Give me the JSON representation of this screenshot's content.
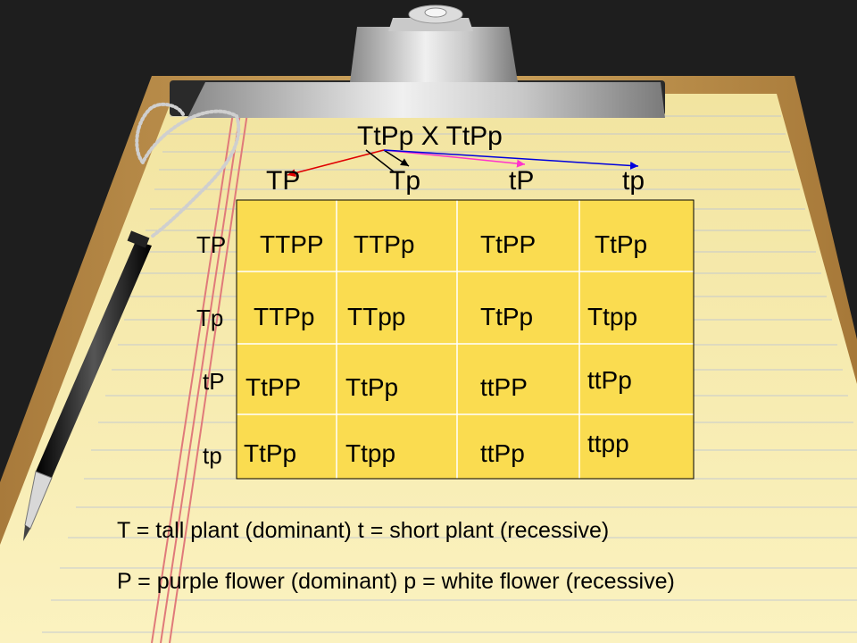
{
  "cross": {
    "title": "TtPp X TtPp"
  },
  "gametes": {
    "columns": [
      "TP",
      "Tp",
      "tP",
      "tp"
    ],
    "rows": [
      "TP",
      "Tp",
      "tP",
      "tp"
    ]
  },
  "grid": [
    [
      "TTPP",
      "TTPp",
      "TtPP",
      "TtPp"
    ],
    [
      "TTPp",
      "TTpp",
      "TtPp",
      "Ttpp"
    ],
    [
      "TtPP",
      "TtPp",
      "ttPP",
      "ttPp"
    ],
    [
      "TtPp",
      "Ttpp",
      "ttPp",
      "ttpp"
    ]
  ],
  "legend": {
    "line1": "T = tall plant (dominant)  t = short plant (recessive)",
    "line2": "P = purple flower (dominant)  p = white flower (recessive)"
  },
  "colors": {
    "square_fill": "#fadc50",
    "paper": "#f7eba6",
    "board": "#c79d57",
    "arrow_red": "#e00000",
    "arrow_black": "#000000",
    "arrow_magenta": "#ff33cc",
    "arrow_blue": "#0000dd"
  }
}
